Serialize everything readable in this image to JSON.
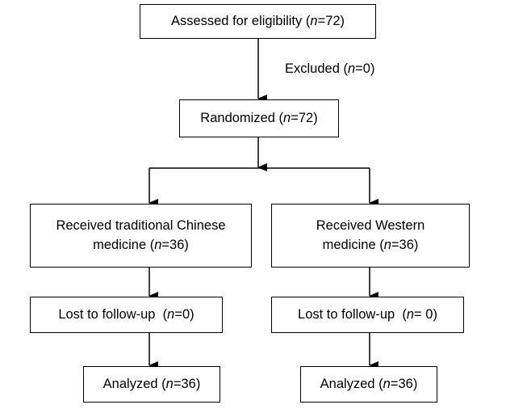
{
  "flowchart": {
    "assessed": {
      "label": "Assessed for eligibility",
      "n_prefix": "n",
      "n_value": "=72)",
      "open": "("
    },
    "excluded": {
      "label": "Excluded",
      "n_prefix": "n",
      "n_value": "=0)",
      "open": "("
    },
    "randomized": {
      "label": "Randomized",
      "n_prefix": "n",
      "n_value": "=72)",
      "open": "("
    },
    "left": {
      "received_line1": "Received traditional Chinese",
      "received_line2": "medicine",
      "received_n_prefix": "n",
      "received_n_value": "=36)",
      "lost_label": "Lost to follow-up",
      "lost_n_prefix": "n",
      "lost_n_value": "=0)",
      "analyzed_label": "Analyzed",
      "analyzed_n_prefix": "n",
      "analyzed_n_value": "=36)"
    },
    "right": {
      "received_line1": "Received Western",
      "received_line2": "medicine",
      "received_n_prefix": "n",
      "received_n_value": "=36)",
      "lost_label": "Lost to follow-up",
      "lost_n_prefix": "n",
      "lost_n_value": "= 0)",
      "analyzed_label": "Analyzed",
      "analyzed_n_prefix": "n",
      "analyzed_n_value": "=36)"
    },
    "open_paren": "("
  }
}
